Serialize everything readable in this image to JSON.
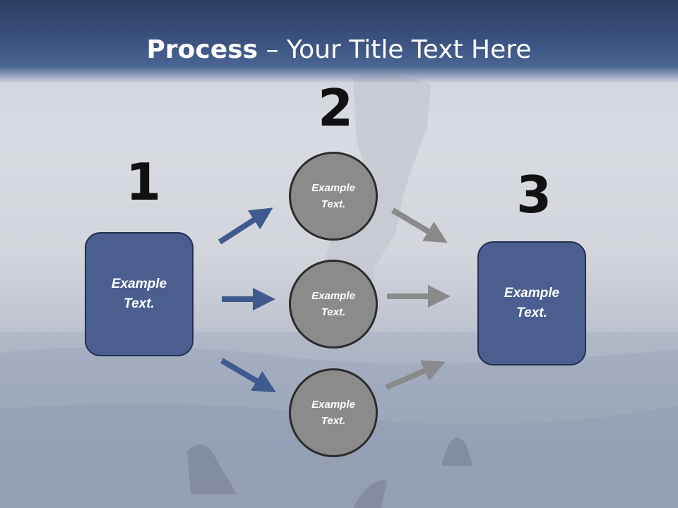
{
  "title": {
    "bold": "Process",
    "rest": " – Your Title Text Here"
  },
  "steps": [
    {
      "number": "1",
      "text": "Example Text."
    },
    {
      "number": "2",
      "text": "Example Text."
    },
    {
      "number": "3",
      "text": "Example Text."
    }
  ],
  "circles": [
    {
      "text": "Example Text."
    },
    {
      "text": "Example Text."
    },
    {
      "text": "Example Text."
    }
  ],
  "colors": {
    "header": "#3d5583",
    "box_fill": "#4a5f90",
    "circle_fill": "#8b8b8b",
    "arrow_blue": "#3f5a8e",
    "arrow_gray": "#8a8a8a"
  }
}
